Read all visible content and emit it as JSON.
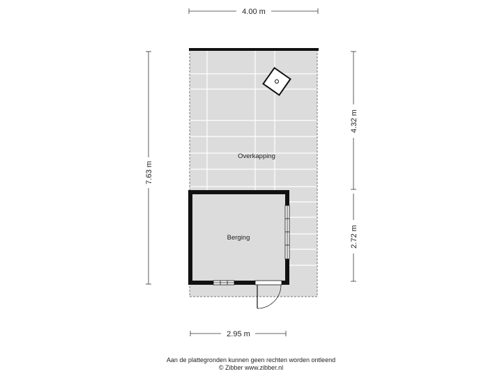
{
  "dimensions": {
    "top_width": "4.00 m",
    "left_height": "7.63 m",
    "right_upper": "4.32 m",
    "right_lower": "2.72 m",
    "bottom_width": "2.95 m"
  },
  "rooms": {
    "overkapping": "Overkapping",
    "berging": "Berging"
  },
  "footer": {
    "disclaimer": "Aan de plattegronden kunnen geen rechten worden ontleend",
    "credit": "© Zibber www.zibber.nl"
  },
  "colors": {
    "floor": "#dcdcdc",
    "wall": "#111111",
    "grid": "#ffffff",
    "dim_line": "#333333"
  }
}
